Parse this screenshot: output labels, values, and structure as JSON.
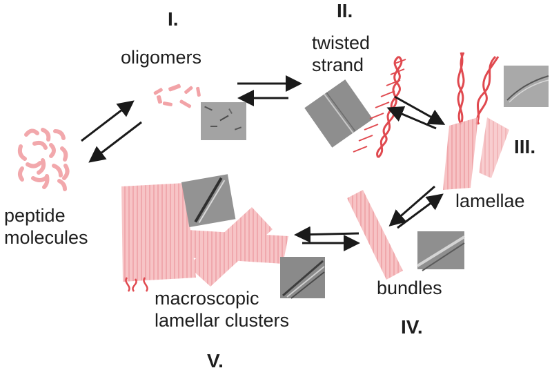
{
  "stages": [
    {
      "numeral": "I.",
      "label": "oligomers"
    },
    {
      "numeral": "II.",
      "label_lines": [
        "twisted",
        "strand"
      ]
    },
    {
      "numeral": "III.",
      "label": "lamellae"
    },
    {
      "numeral": "IV.",
      "label": "bundles"
    },
    {
      "numeral": "V.",
      "label_lines": [
        "macroscopic",
        "lamellar clusters"
      ]
    }
  ],
  "start": {
    "label_lines": [
      "peptide",
      "molecules"
    ]
  },
  "colors": {
    "fibril_fill": "#f4b3b6",
    "fibril_stroke": "#e98f94",
    "helix": "#e0494f",
    "arrow": "#1a1a1a",
    "micrograph_bg": "#9a9a9a"
  },
  "icons": [
    "peptide-coil-icon",
    "oligomer-fragments-icon",
    "twisted-helix-icon",
    "fibril-sheet-icon",
    "micrograph-thumbnail"
  ]
}
